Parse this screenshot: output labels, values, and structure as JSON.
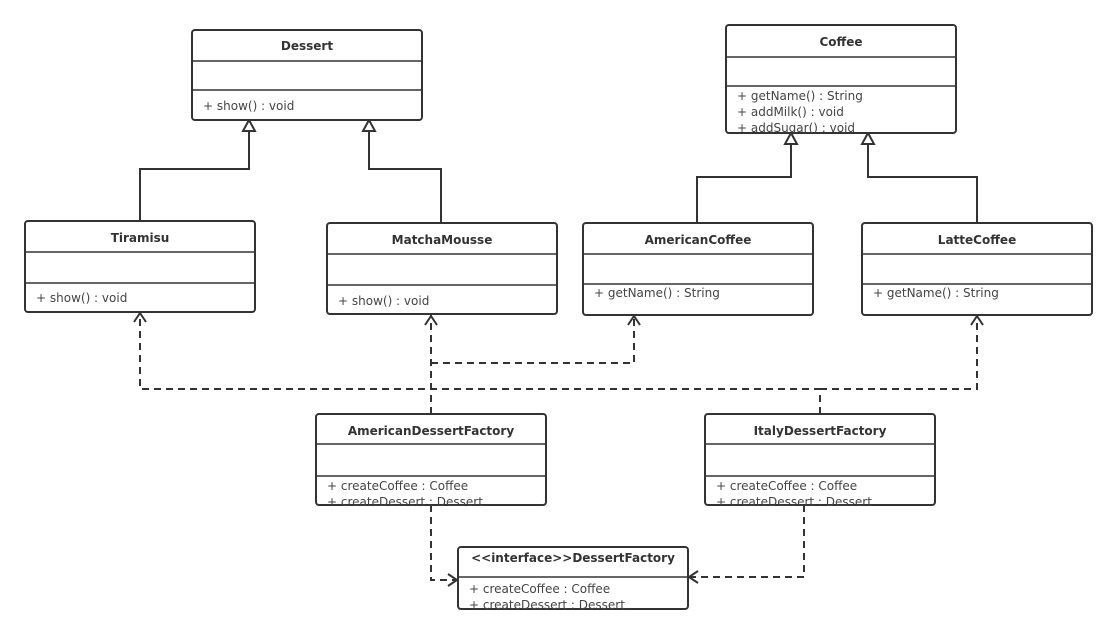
{
  "classes": {
    "dessert": {
      "name": "Dessert",
      "methods": [
        "+ show() : void"
      ]
    },
    "coffee": {
      "name": "Coffee",
      "methods": [
        "+ getName() : String",
        "+ addMilk() : void",
        "+ addSugar() : void"
      ]
    },
    "tiramisu": {
      "name": "Tiramisu",
      "methods": [
        "+ show() : void"
      ]
    },
    "matcha": {
      "name": "MatchaMousse",
      "methods": [
        "+ show() : void"
      ]
    },
    "american_coffee": {
      "name": "AmericanCoffee",
      "methods": [
        "+ getName() : String"
      ]
    },
    "latte": {
      "name": "LatteCoffee",
      "methods": [
        "+ getName() : String"
      ]
    },
    "american_factory": {
      "name": "AmericanDessertFactory",
      "methods": [
        "+ createCoffee : Coffee",
        "+ createDessert : Dessert"
      ]
    },
    "italy_factory": {
      "name": "ItalyDessertFactory",
      "methods": [
        "+ createCoffee : Coffee",
        "+ createDessert : Dessert"
      ]
    },
    "dessert_factory": {
      "name": "<<interface>>DessertFactory",
      "methods": [
        "+ createCoffee : Coffee",
        "+ createDessert : Dessert"
      ]
    }
  }
}
